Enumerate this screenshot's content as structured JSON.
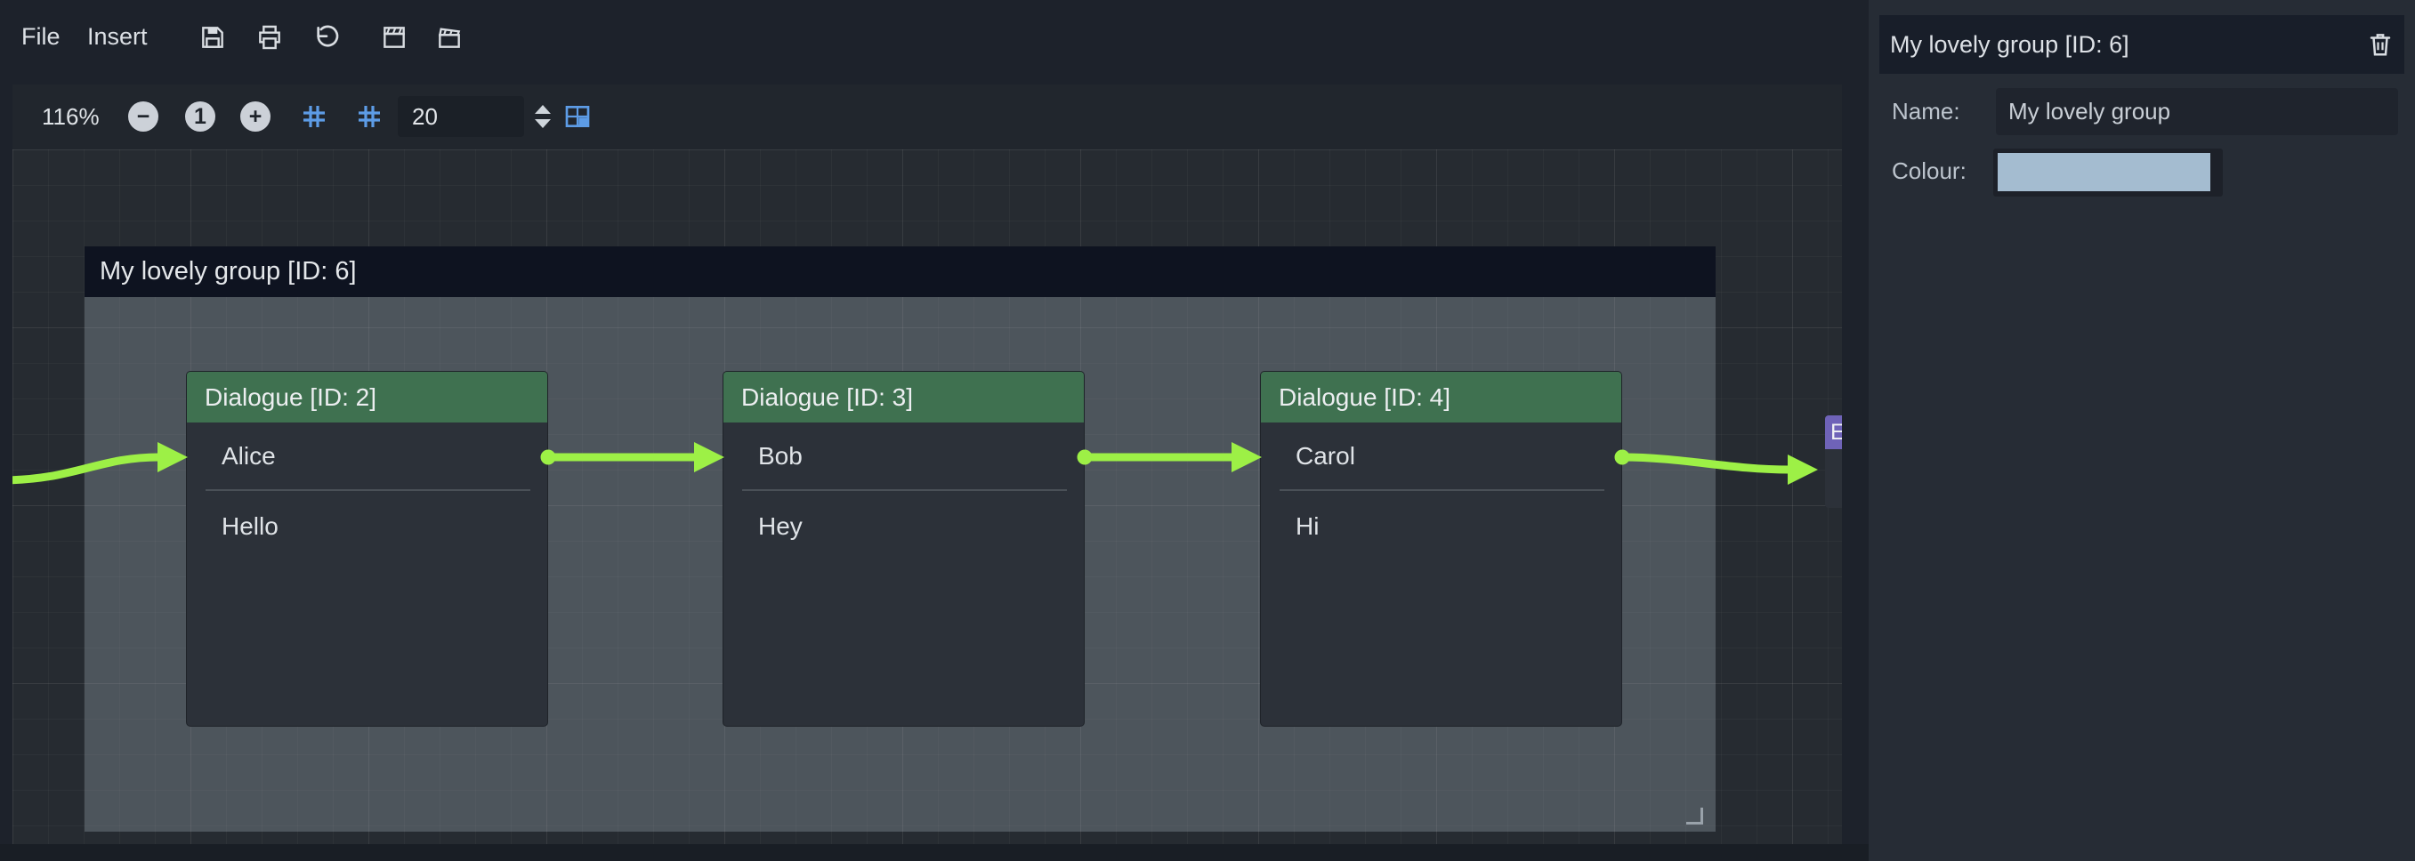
{
  "menubar": {
    "file_label": "File",
    "insert_label": "Insert",
    "icons": {
      "save": "floppy-disk",
      "print": "printer",
      "undo": "rotate-ccw",
      "insert_dialogue": "clapperboard",
      "insert_group": "clapperboard-open"
    }
  },
  "graph_toolbar": {
    "zoom_label": "116%",
    "zoom_out_glyph": "−",
    "zoom_reset_glyph": "1",
    "zoom_in_glyph": "+",
    "snap_value": "20",
    "icons": {
      "snap_toggle": "grid-hash",
      "grid_pattern": "grid-hash",
      "minimap": "minimap-grid",
      "spin_up": "chevron-up",
      "spin_down": "chevron-down"
    }
  },
  "canvas": {
    "group": {
      "title": "My lovely group [ID: 6]"
    },
    "nodes": [
      {
        "title": "Dialogue [ID: 2]",
        "speaker": "Alice",
        "text": "Hello"
      },
      {
        "title": "Dialogue [ID: 3]",
        "speaker": "Bob",
        "text": "Hey"
      },
      {
        "title": "Dialogue [ID: 4]",
        "speaker": "Carol",
        "text": "Hi"
      }
    ],
    "end_node": {
      "visible_label": "E"
    }
  },
  "inspector": {
    "title": "My lovely group [ID: 6]",
    "name_label": "Name:",
    "name_value": "My lovely group",
    "colour_label": "Colour:",
    "colour_hex": "#a4bcd0",
    "colour_style": "background-color:#a4bcd0",
    "icons": {
      "delete": "trash-can"
    }
  },
  "colors": {
    "wire": "#9df046",
    "dialogue_header_green": "#3f7150",
    "group_title_bar": "#0e1320",
    "group_body": "rgba(170,181,191,0.30)",
    "end_node_purple": "#6f63b8",
    "toolbar_icon_blue": "#5d9ce6",
    "canvas_bg": "#262b31",
    "chrome_bg": "#1d222b",
    "panel_bg": "#262c35"
  }
}
